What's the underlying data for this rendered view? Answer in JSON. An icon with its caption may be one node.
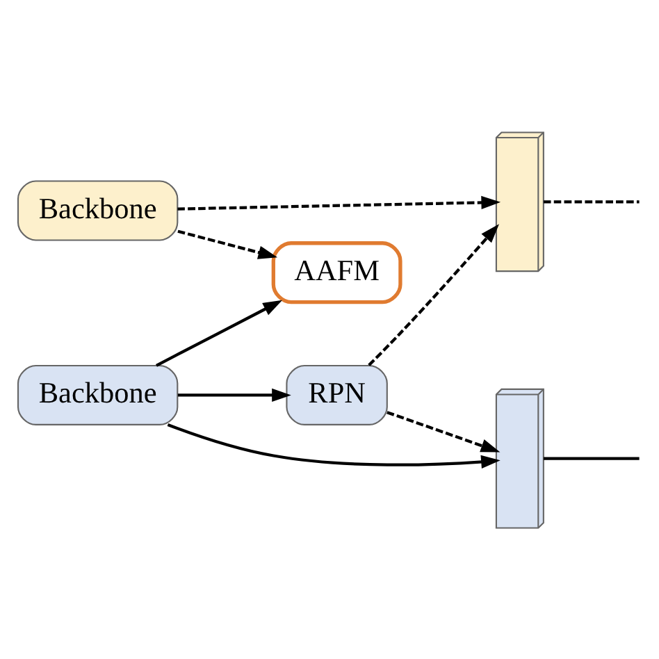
{
  "diagram": {
    "nodes": [
      {
        "text": [
          "Backbone"
        ]
      },
      {
        "text": [],
        "shape": "box"
      },
      {
        "text": [
          "AAFM"
        ]
      },
      {
        "text": [
          "RPN"
        ]
      },
      {
        "text": [
          "Backbone"
        ]
      },
      {
        "text": [],
        "shape": "box"
      }
    ],
    "edges": [
      {
        "from": 0,
        "to": 1,
        "arrow": "to",
        "style": "dashed"
      },
      {
        "from": 0,
        "to": 2,
        "arrow": "to",
        "style": "dashed"
      },
      {
        "from": 1,
        "to": null,
        "arrow": "none",
        "style": "dashed"
      },
      {
        "from": 3,
        "to": 1,
        "arrow": "to",
        "style": "dashed"
      },
      {
        "from": 3,
        "to": 5,
        "arrow": "to",
        "style": "dashed"
      },
      {
        "from": 4,
        "to": 2,
        "arrow": "to"
      },
      {
        "from": 4,
        "to": 3,
        "arrow": "to"
      },
      {
        "from": 4,
        "to": 5,
        "arrow": "to"
      },
      {
        "from": 5,
        "to": null,
        "arrow": "none"
      }
    ]
  }
}
